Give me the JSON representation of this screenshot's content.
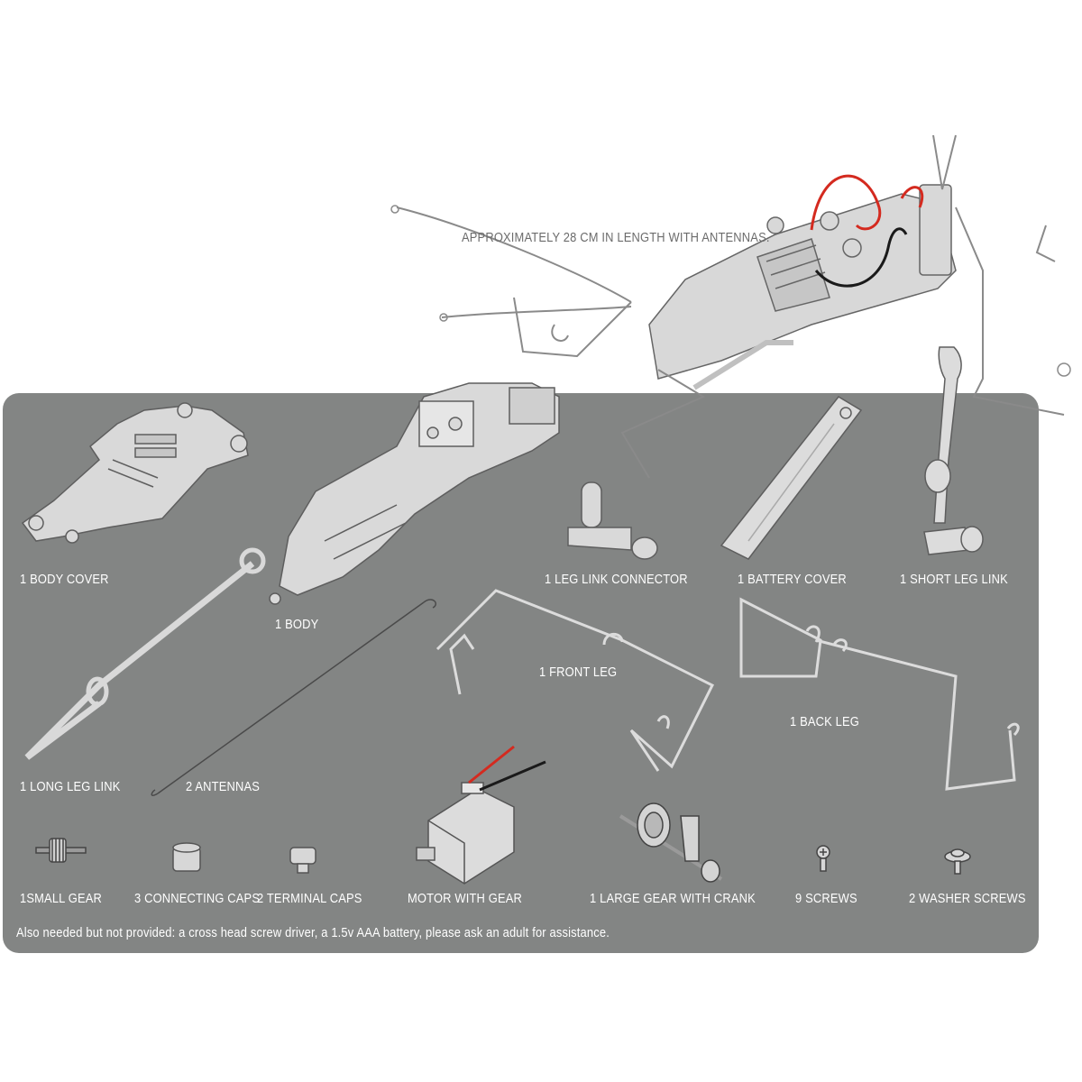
{
  "header": {
    "size_note": "APPROXIMATELY 28 CM IN LENGTH WITH ANTENNAS."
  },
  "parts": {
    "body_cover": "1 BODY COVER",
    "body": "1 BODY",
    "leg_link_connector": "1 LEG LINK CONNECTOR",
    "battery_cover": "1 BATTERY COVER",
    "short_leg_link": "1 SHORT LEG LINK",
    "front_leg": "1 FRONT LEG",
    "back_leg": "1 BACK LEG",
    "long_leg_link": "1 LONG LEG LINK",
    "antennas": "2 ANTENNAS",
    "small_gear": "1SMALL GEAR",
    "connecting_caps": "3 CONNECTING CAPS",
    "terminal_caps": "2 TERMINAL CAPS",
    "motor_with_gear": "MOTOR WITH GEAR",
    "large_gear_with_crank": "1 LARGE GEAR WITH CRANK",
    "screws": "9 SCREWS",
    "washer_screws": "2 WASHER SCREWS"
  },
  "footer": {
    "note": "Also needed but not provided: a cross head screw driver, a 1.5v AAA battery, please ask an adult for assistance."
  },
  "colors": {
    "panel": "#838584",
    "part_fill": "#d9d9d9",
    "part_stroke": "#5e5e5e",
    "wire_red": "#d42a1f",
    "wire_black": "#1a1a1a"
  }
}
